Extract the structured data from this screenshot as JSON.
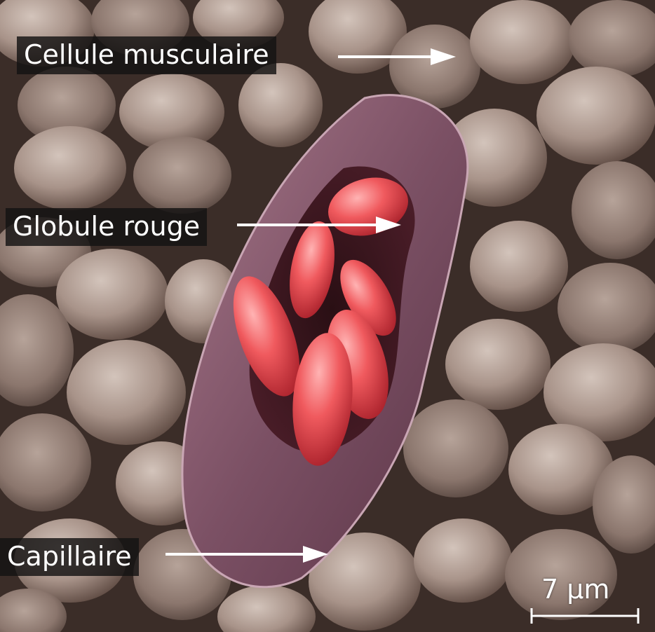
{
  "labels": {
    "muscle_cell": "Cellule musculaire",
    "red_blood_cell": "Globule rouge",
    "capillary": "Capillaire"
  },
  "scale_bar": {
    "text": "7 µm"
  },
  "colors": {
    "muscle_cell": "#9c8a80",
    "capillary_wall": "#7e5466",
    "red_blood_cell": "#e8474e",
    "label_background": "#141212",
    "annotation": "#ffffff"
  }
}
